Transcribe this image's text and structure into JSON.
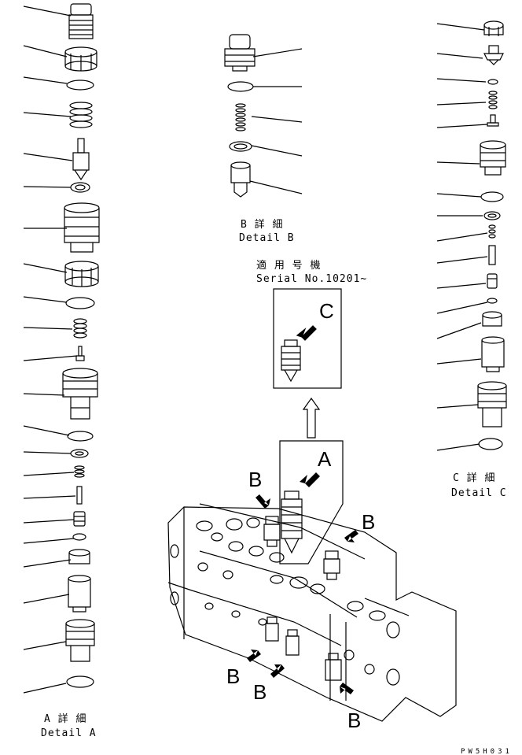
{
  "captions": {
    "detail_a_jp": "A 詳 細",
    "detail_a_en": "Detail A",
    "detail_b_jp": "B 詳 細",
    "detail_b_en": "Detail B",
    "detail_c_jp": "C 詳 細",
    "detail_c_en": "Detail C",
    "serial_jp": "適 用 号 機",
    "serial_en": "Serial No.10201~"
  },
  "callouts": {
    "a_on_valve": "A",
    "c_in_box": "C",
    "b_top_left": "B",
    "b_top_right": "B",
    "b_bottom_left": "B",
    "b_bottom_mid": "B",
    "b_bottom_right": "B"
  },
  "drawing_code": "PW5H031"
}
